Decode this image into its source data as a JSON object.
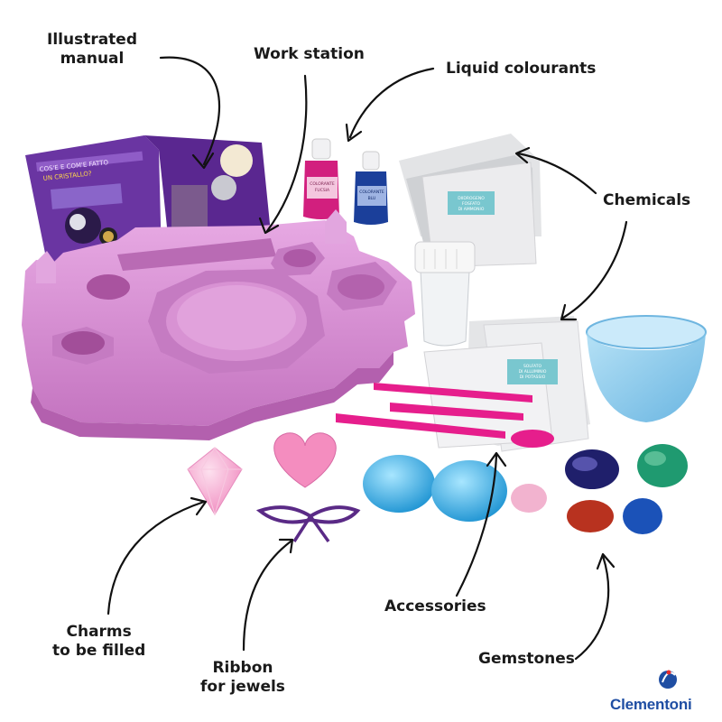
{
  "labels": {
    "illustrated_manual": [
      "Illustrated",
      "manual"
    ],
    "work_station": "Work station",
    "liquid_colourants": "Liquid colourants",
    "chemicals": "Chemicals",
    "charms": [
      "Charms",
      "to be filled"
    ],
    "ribbon": [
      "Ribbon",
      "for jewels"
    ],
    "accessories": "Accessories",
    "gemstones": "Gemstones"
  },
  "product_text": {
    "manual_heading": [
      "COS'E E COM'E FATTO",
      "UN CRISTALLO?"
    ],
    "bottle_fucsia": [
      "COLORANTE",
      "FUCSIA"
    ],
    "bottle_blu": [
      "COLORANTE",
      "BLU"
    ],
    "packet_1": [
      "DIIDROGENO",
      "FOSFATO",
      "DI AMMONIO"
    ],
    "packet_2": [
      "SOLFATO",
      "DI ALLUMINIO",
      "DI POTASSIO"
    ]
  },
  "brand": {
    "name": "Clementoni",
    "color": "#1f4ea3"
  },
  "colors": {
    "station": "#d98fd4",
    "manual": "#5b2d91",
    "bowl": "#7ec8ec",
    "charm_pink": "#f5a9cf",
    "charm_blue": "#3fb6e6",
    "ribbon": "#5a2a86",
    "accessory": "#e61e8c"
  },
  "icons": [
    "arrow-icon",
    "clementoni-logo-icon"
  ]
}
